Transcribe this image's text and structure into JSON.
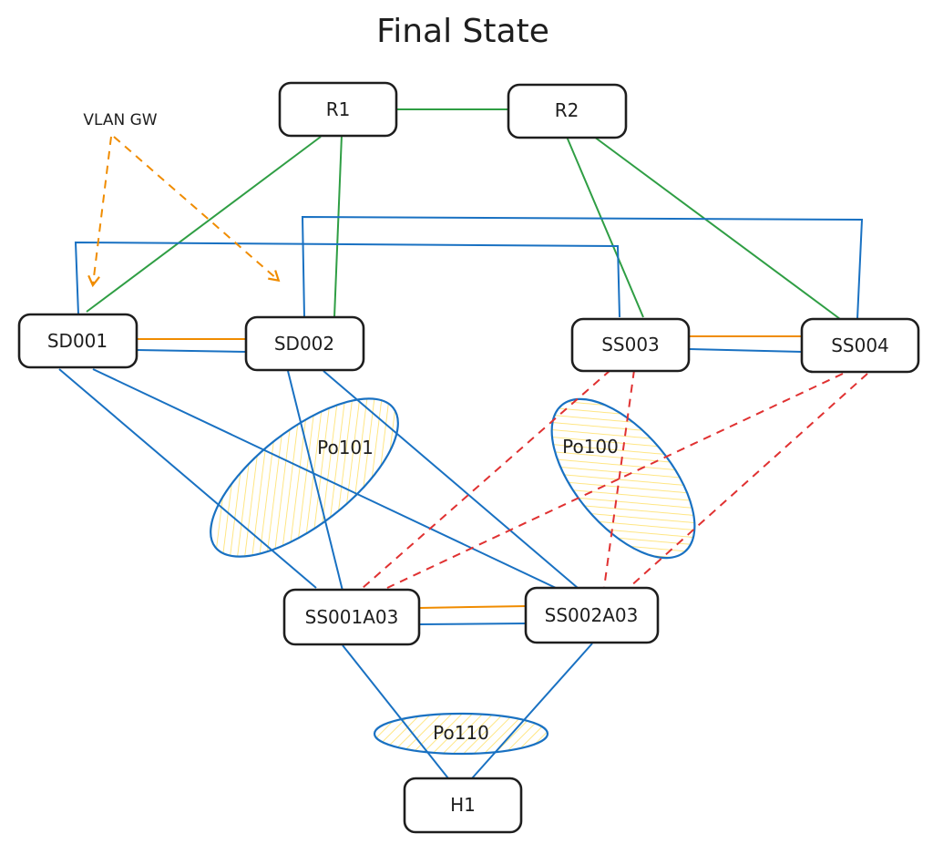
{
  "title": "Final State",
  "annotation": {
    "label": "VLAN GW"
  },
  "nodes": {
    "R1": "R1",
    "R2": "R2",
    "SD001": "SD001",
    "SD002": "SD002",
    "SS003": "SS003",
    "SS004": "SS004",
    "SS001A03": "SS001A03",
    "SS002A03": "SS002A03",
    "H1": "H1"
  },
  "port_channels": {
    "po101": "Po101",
    "po100": "Po100",
    "po110": "Po110"
  },
  "colors": {
    "green_link": "#2f9e44",
    "blue_link": "#1971c2",
    "orange_link": "#f08c00",
    "red_dashed_link": "#e03131",
    "node_stroke": "#1e1e1e",
    "hatch_fill": "#ffec99"
  }
}
